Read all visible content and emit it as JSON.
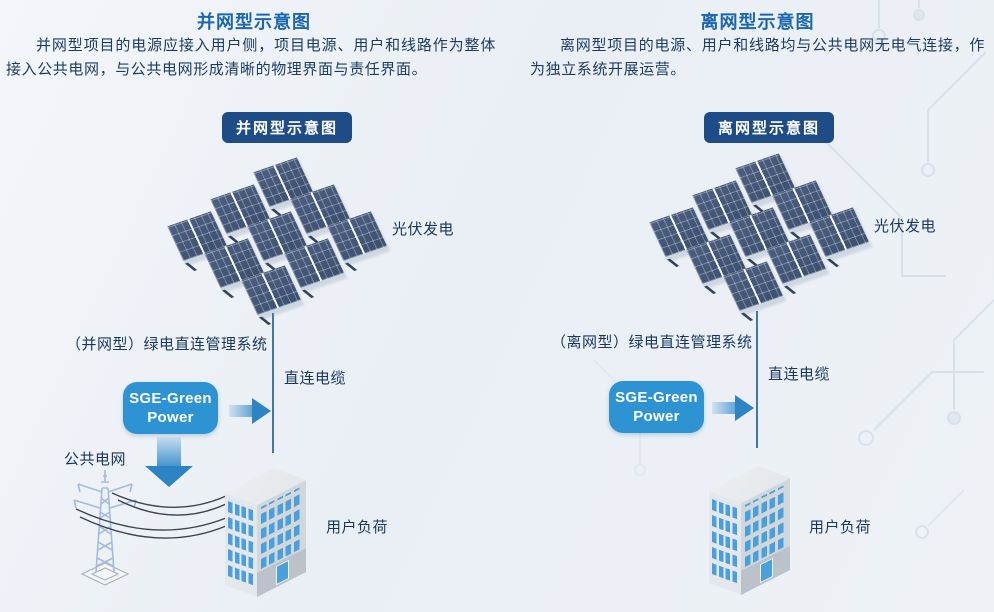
{
  "left": {
    "title": "并网型示意图",
    "description": "并网型项目的电源应接入用户侧，项目电源、用户和线路作为整体接入公共电网，与公共电网形成清晰的物理界面与责任界面。",
    "badge": "并网型示意图",
    "pv_label": "光伏发电",
    "system_label": "（并网型）绿电直连管理系统",
    "device_line1": "SGE-Green",
    "device_line2": "Power",
    "cable_label": "直连电缆",
    "grid_label": "公共电网",
    "load_label": "用户负荷"
  },
  "right": {
    "title": "离网型示意图",
    "description": "离网型项目的电源、用户和线路均与公共电网无电气连接，作为独立系统开展运营。",
    "badge": "离网型示意图",
    "pv_label": "光伏发电",
    "system_label": "（离网型）绿电直连管理系统",
    "device_line1": "SGE-Green",
    "device_line2": "Power",
    "cable_label": "直连电缆",
    "load_label": "用户负荷"
  },
  "colors": {
    "title_blue": "#1a67b0",
    "body_text": "#1c3c64",
    "badge_bg": "#1e4c86",
    "device_bg": "#2d93d2",
    "window_blue": "#4aa0dc",
    "panel_dark": "#3b4f6f",
    "cable_line": "#3f79ac"
  }
}
